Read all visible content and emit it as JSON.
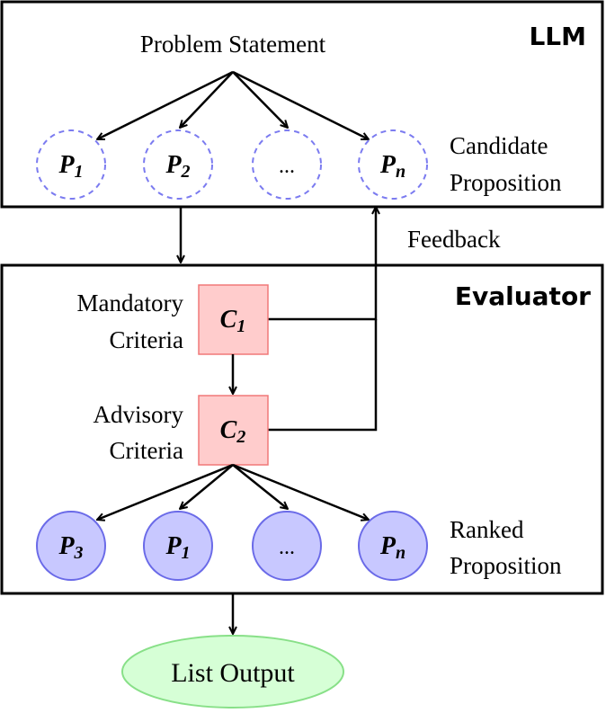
{
  "llm": {
    "label": "LLM",
    "problem_statement": "Problem Statement",
    "candidate_label_line1": "Candidate",
    "candidate_label_line2": "Proposition",
    "candidates": [
      {
        "letter": "P",
        "sub": "1"
      },
      {
        "letter": "P",
        "sub": "2"
      },
      {
        "letter": "...",
        "sub": ""
      },
      {
        "letter": "P",
        "sub": "n"
      }
    ]
  },
  "feedback_label": "Feedback",
  "evaluator": {
    "label": "Evaluator",
    "mandatory_line1": "Mandatory",
    "mandatory_line2": "Criteria",
    "advisory_line1": "Advisory",
    "advisory_line2": "Criteria",
    "c1": {
      "letter": "C",
      "sub": "1"
    },
    "c2": {
      "letter": "C",
      "sub": "2"
    },
    "ranked_label_line1": "Ranked",
    "ranked_label_line2": "Proposition",
    "ranked": [
      {
        "letter": "P",
        "sub": "3"
      },
      {
        "letter": "P",
        "sub": "1"
      },
      {
        "letter": "...",
        "sub": ""
      },
      {
        "letter": "P",
        "sub": "n"
      }
    ]
  },
  "output": {
    "label": "List Output"
  },
  "colors": {
    "dashed_circle": "#7b7bf0",
    "ranked_fill": "#c8c8ff",
    "ranked_stroke": "#6a6ae8",
    "criteria_fill": "#ffcccc",
    "criteria_stroke": "#f07878",
    "output_fill": "#d6ffd6",
    "output_stroke": "#88e088"
  }
}
